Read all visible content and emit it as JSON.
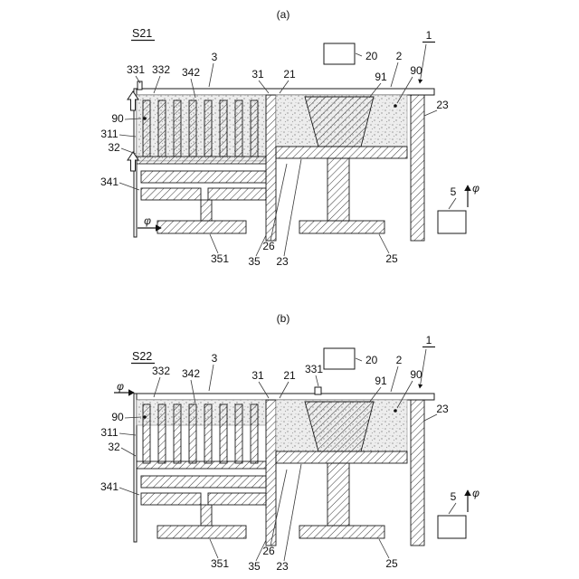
{
  "colors": {
    "ink": "#1a1a1a",
    "background": "#ffffff",
    "stipple_bg": "#ededed"
  },
  "figure_a": {
    "caption": "(a)",
    "state": "S21",
    "labels": {
      "n331": "331",
      "n332": "332",
      "n342": "342",
      "n3": "3",
      "n31": "31",
      "n21": "21",
      "n20": "20",
      "n2": "2",
      "n1": "1",
      "n91": "91",
      "n90_right": "90",
      "n23_right": "23",
      "n90_left": "90",
      "n311": "311",
      "n32": "32",
      "n341": "341",
      "phi_bottom": "φ",
      "n5": "5",
      "phi_right": "φ",
      "n351": "351",
      "n35": "35",
      "n26": "26",
      "n23_bottom": "23",
      "n25": "25"
    }
  },
  "figure_b": {
    "caption": "(b)",
    "state": "S22",
    "labels": {
      "n332": "332",
      "n342": "342",
      "n3": "3",
      "n31": "31",
      "n21": "21",
      "n331": "331",
      "n20": "20",
      "n2": "2",
      "n1": "1",
      "n91": "91",
      "n90_right": "90",
      "n23_right": "23",
      "n90_left": "90",
      "n311": "311",
      "n32": "32",
      "n341": "341",
      "phi_top": "φ",
      "n5": "5",
      "phi_right": "φ",
      "n351": "351",
      "n35": "35",
      "n26": "26",
      "n23_bottom": "23",
      "n25": "25"
    }
  }
}
